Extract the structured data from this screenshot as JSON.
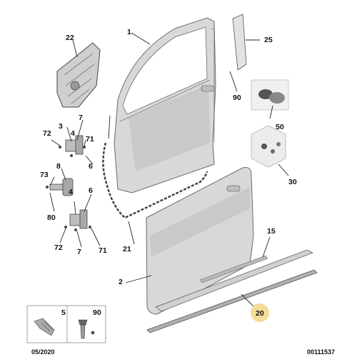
{
  "callouts": {
    "c1": "1",
    "c2": "2",
    "c3": "3",
    "c4": "4",
    "c5": "5",
    "c6a": "6",
    "c6b": "6",
    "c7a": "7",
    "c7b": "7",
    "c8": "8",
    "c15": "15",
    "c20": "20",
    "c21": "21",
    "c22": "22",
    "c25": "25",
    "c30": "30",
    "c50": "50",
    "c71a": "71",
    "c71b": "71",
    "c72a": "72",
    "c72b": "72",
    "c73": "73",
    "c80": "80",
    "c90": "90"
  },
  "legend_box": {
    "label_left": "5",
    "label_right": "90"
  },
  "footer": {
    "date": "05/2020",
    "reference": "00111537"
  },
  "colors": {
    "highlight": "#f3dd98",
    "door_gray": "#d8d8d8"
  }
}
